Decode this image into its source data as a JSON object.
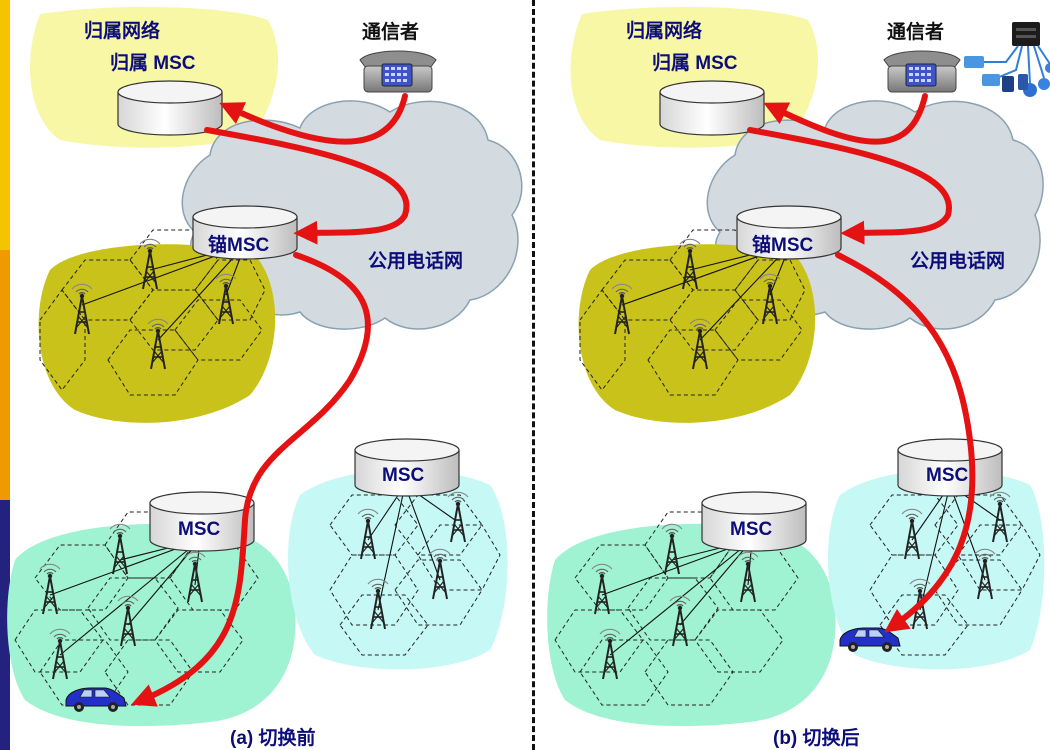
{
  "colors": {
    "home_region": "#f7f7a6",
    "anchor_region": "#c9c21a",
    "target_region_green": "#9ff3d2",
    "target_region_cyan": "#c6f8f6",
    "cloud": "#d3dbe1",
    "arrow": "#e41212",
    "label_blue": "#0d0d7a",
    "side_bar": [
      "#f4c400",
      "#f09a00",
      "#23237f"
    ]
  },
  "panels": [
    {
      "home_network_label": "归属网络",
      "home_msc_label": "归属 MSC",
      "caller_label": "通信者",
      "pstn_label": "公用电话网",
      "anchor_msc_label": "锚MSC",
      "msc_left_label": "MSC",
      "msc_right_label": "MSC",
      "caption": "(a) 切换前"
    },
    {
      "home_network_label": "归属网络",
      "home_msc_label": "归属 MSC",
      "caller_label": "通信者",
      "pstn_label": "公用电话网",
      "anchor_msc_label": "锚MSC",
      "msc_left_label": "MSC",
      "msc_right_label": "MSC",
      "caption": "(b) 切换后"
    }
  ],
  "icons": [
    "telephone-icon",
    "network-hub-icon",
    "car-icon",
    "cell-tower-icon",
    "msc-cylinder-icon",
    "cloud-icon"
  ]
}
